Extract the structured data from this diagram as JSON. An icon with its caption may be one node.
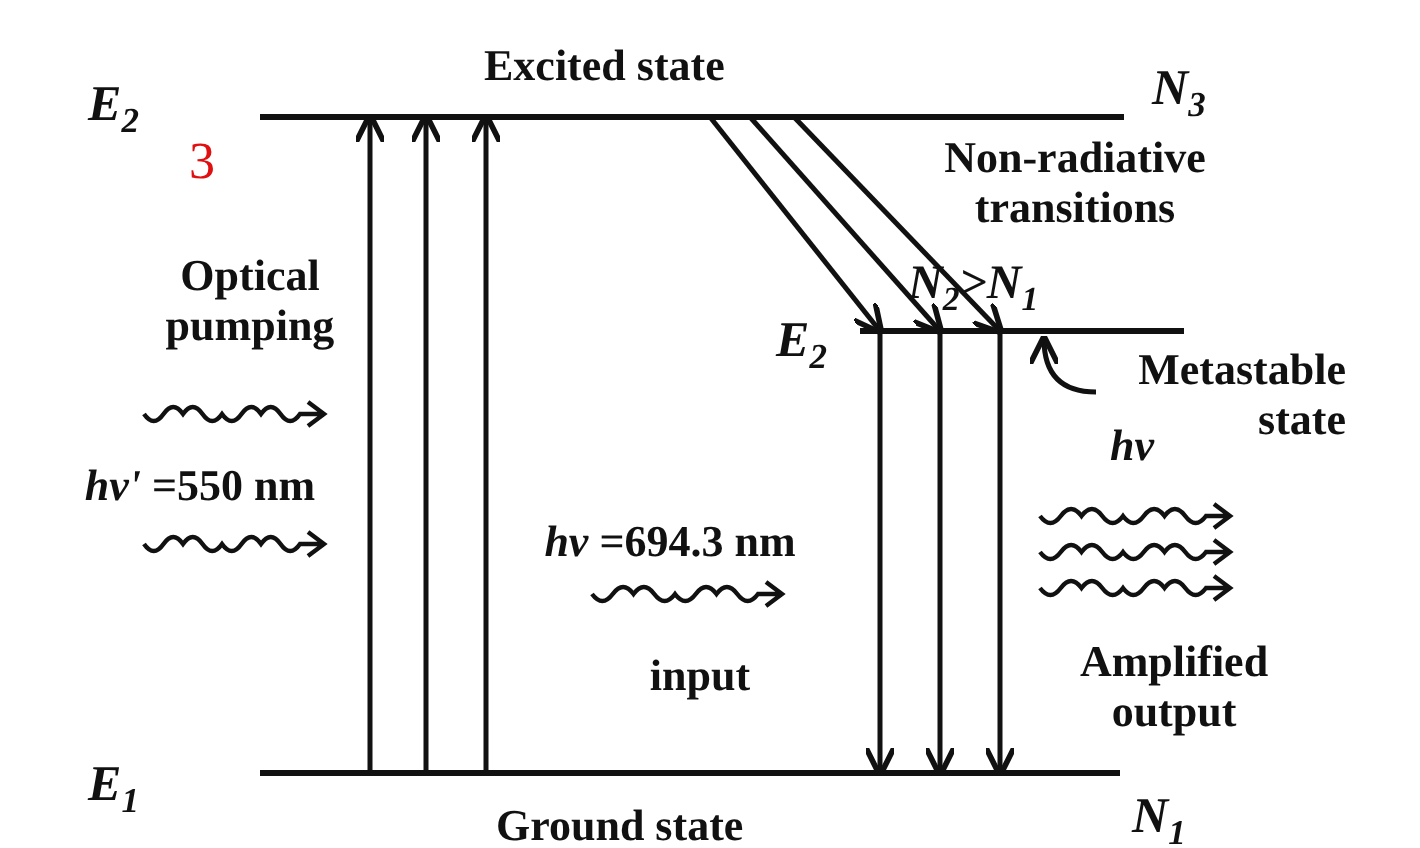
{
  "diagram": {
    "nodes": [
      {
        "text": [
          "Excited state"
        ],
        "beside": [
          "E$_{2}$",
          "N$_{3}$"
        ]
      },
      {
        "text": [
          "N$_{2}$>N$_{1}$"
        ],
        "beside": [
          "E$_{2}$"
        ]
      },
      {
        "text": [
          "Ground state"
        ],
        "beside": [
          "E$_{1}$",
          "N$_{1}$"
        ]
      },
      {
        "text": [
          "Metastable state"
        ]
      }
    ],
    "edges": [
      {
        "from": 2,
        "to": 0,
        "arrow": "to"
      },
      {
        "from": 2,
        "to": 0,
        "arrow": "to"
      },
      {
        "from": 2,
        "to": 0,
        "arrow": "to"
      },
      {
        "from": 0,
        "to": 1,
        "arrow": "to"
      },
      {
        "from": 0,
        "to": 1,
        "arrow": "to"
      },
      {
        "from": 0,
        "to": 1,
        "arrow": "to"
      },
      {
        "from": 1,
        "to": 2,
        "arrow": "to"
      },
      {
        "from": 1,
        "to": 2,
        "arrow": "to"
      },
      {
        "from": 1,
        "to": 2,
        "arrow": "to"
      },
      {
        "from": 3,
        "to": 1,
        "arrow": "to"
      }
    ],
    "labels": [
      "3",
      "Optical pumping",
      "*hν'* =550 nm",
      "Non-radiative transitions",
      "*hν* =694.3 nm",
      "input",
      "*hν*",
      "Amplified output"
    ]
  }
}
